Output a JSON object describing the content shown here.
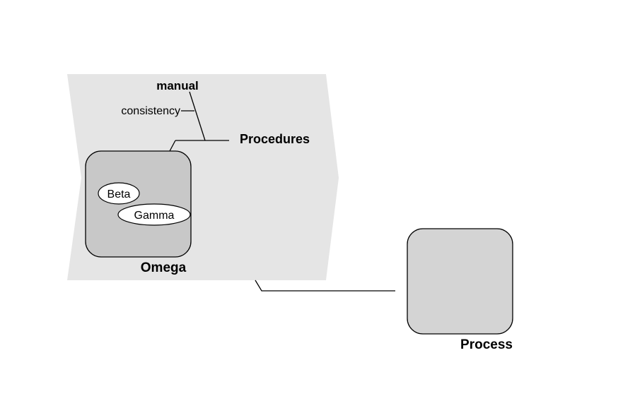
{
  "nodes": {
    "chevron": {},
    "omega": {
      "label": "Omega",
      "children": [
        "Beta",
        "Gamma"
      ]
    },
    "beta": {
      "label": "Beta"
    },
    "gamma": {
      "label": "Gamma"
    },
    "process": {
      "label": "Process"
    }
  },
  "labels": {
    "manual": "manual",
    "consistency": "consistency",
    "procedures": "Procedures"
  },
  "connections": [
    {
      "from": "chevron",
      "to": "process"
    },
    {
      "from": "manual",
      "to": "procedures"
    },
    {
      "from": "consistency",
      "to": "manual"
    },
    {
      "from": "procedures",
      "to": "omega"
    }
  ],
  "colors": {
    "chevron_fill": "#e5e5e5",
    "omega_fill": "#c8c8c8",
    "process_fill": "#d4d4d4",
    "ellipse_fill": "#ffffff",
    "stroke": "#000000"
  }
}
